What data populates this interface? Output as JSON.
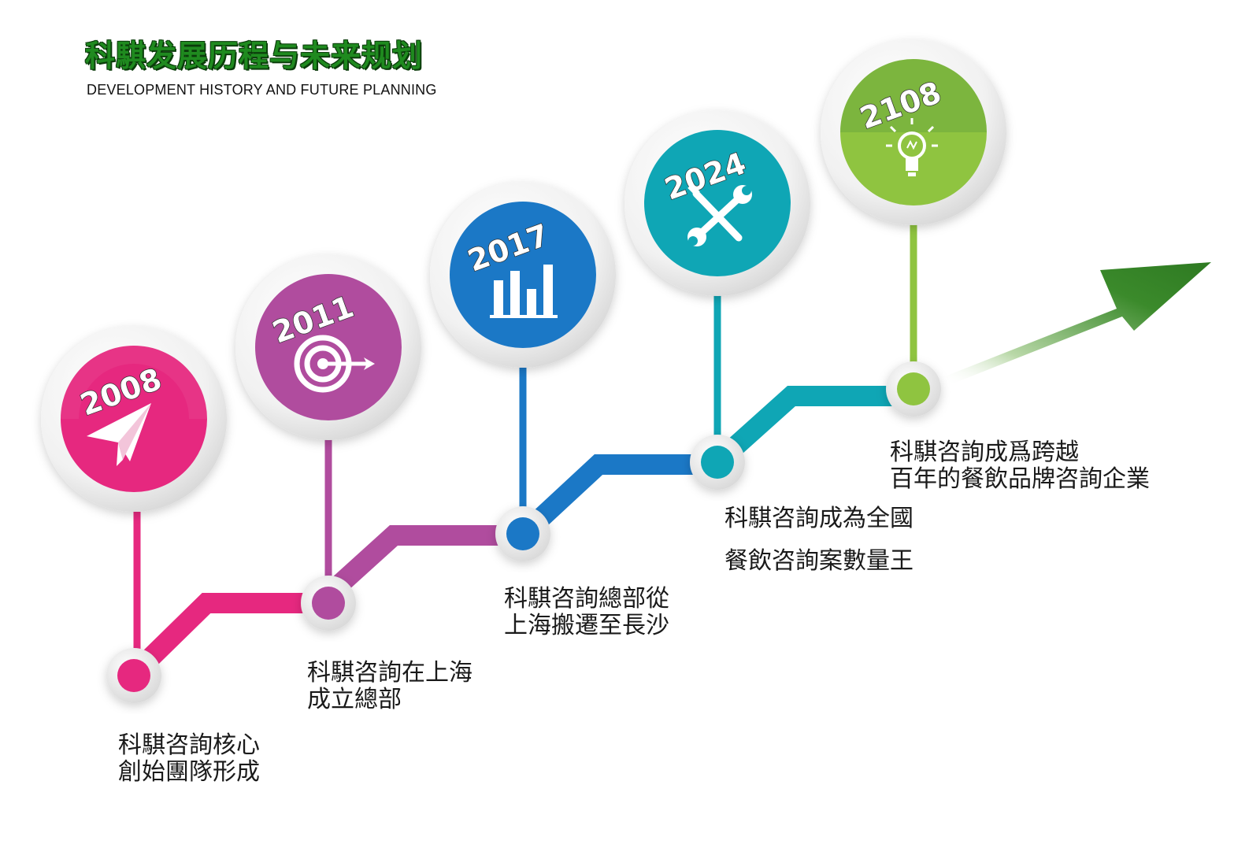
{
  "header": {
    "title": "科騏发展历程与未来规划",
    "subtitle": "DEVELOPMENT HISTORY AND FUTURE PLANNING"
  },
  "milestones": [
    {
      "year": "2008",
      "color": "#e6287f",
      "icon": "paper-plane-icon",
      "caption": [
        "科騏咨詢核心",
        "創始團隊形成"
      ]
    },
    {
      "year": "2011",
      "color": "#b04c9e",
      "icon": "target-icon",
      "caption": [
        "科騏咨詢在上海",
        "成立總部"
      ]
    },
    {
      "year": "2017",
      "color": "#1b78c6",
      "icon": "bar-chart-icon",
      "caption": [
        "科騏咨詢總部從",
        "上海搬遷至長沙"
      ]
    },
    {
      "year": "2024",
      "color": "#0fa6b5",
      "icon": "tools-icon",
      "caption": [
        "科騏咨詢成為全國",
        "餐飲咨詢案數量王"
      ]
    },
    {
      "year": "2108",
      "color": "#8fc440",
      "icon": "lightbulb-icon",
      "caption": [
        "科騏咨詢成爲跨越",
        "百年的餐飲品牌咨詢企業"
      ]
    }
  ],
  "arrow_color": "#3a8a2a"
}
